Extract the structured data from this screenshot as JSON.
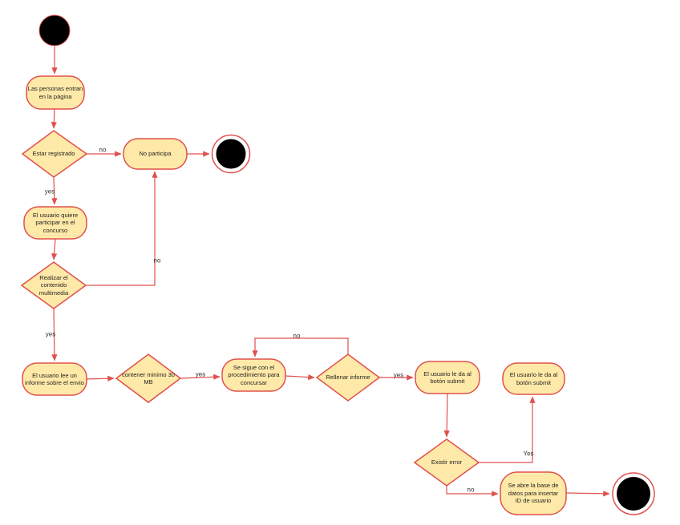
{
  "diagram": {
    "type": "uml-activity-flowchart",
    "colors": {
      "node_fill": "#FFE9A8",
      "node_stroke": "#E0504C",
      "line": "#E0504C",
      "text": "#1F1F1F",
      "terminal_fill": "#000000",
      "background": "#FFFFFF"
    },
    "nodes": {
      "start": {
        "type": "initial"
      },
      "enter_page": {
        "type": "activity",
        "label": "Las personas entran en la página"
      },
      "is_registered": {
        "type": "decision",
        "label": "Estar registrado"
      },
      "no_participate": {
        "type": "activity",
        "label": "No participa"
      },
      "final_top": {
        "type": "final"
      },
      "wants_participate": {
        "type": "activity",
        "label": "El usuario quiere participar en el concurso"
      },
      "make_content": {
        "type": "decision",
        "label": "Realizar el contenido multimedia"
      },
      "read_report": {
        "type": "activity",
        "label": "El usuario lee un informe sobre el envio"
      },
      "min_size": {
        "type": "decision",
        "label": "contener minimo 30 MB"
      },
      "follow_procedure": {
        "type": "activity",
        "label": "Se sigue con el procedimiento para concursar"
      },
      "fill_report": {
        "type": "decision",
        "label": "Rellenar informe"
      },
      "submit_1": {
        "type": "activity",
        "label": "El usuario le da al botón submit"
      },
      "submit_2": {
        "type": "activity",
        "label": "El usuario le da al botón submit"
      },
      "error_exists": {
        "type": "decision",
        "label": "Existir error"
      },
      "open_database": {
        "type": "activity",
        "label": "Se abre la base de datos para insertar ID de usuario"
      }
    },
    "edge_labels": {
      "registered_no": "no",
      "registered_yes": "yes",
      "content_no": "no",
      "content_yes": "yes",
      "size_yes": "yes",
      "fill_no": "no",
      "fill_yes": "yes",
      "error_yes": "Yes",
      "error_no": "no"
    }
  }
}
